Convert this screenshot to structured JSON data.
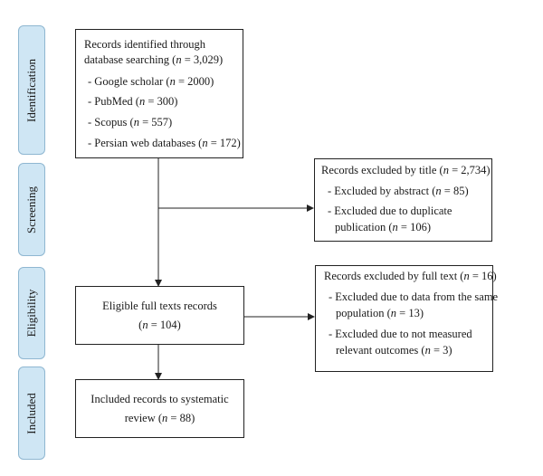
{
  "phases": {
    "identification": "Identification",
    "screening": "Screening",
    "eligibility": "Eligibility",
    "included": "Included"
  },
  "identified": {
    "line1": "Records identified through",
    "line2_pre": "database searching (",
    "line2_n": "n",
    "line2_post": " = 3,029)",
    "items": [
      {
        "pre": "- Google scholar (",
        "n": "n",
        "post": " = 2000)"
      },
      {
        "pre": "- PubMed (",
        "n": "n",
        "post": " = 300)"
      },
      {
        "pre": "- Scopus (",
        "n": "n",
        "post": " = 557)"
      },
      {
        "pre": "- Persian web databases (",
        "n": "n",
        "post": " = 172)"
      }
    ]
  },
  "excluded_title": {
    "line1_pre": "Records excluded by title (",
    "line1_n": "n",
    "line1_post": " = 2,734)",
    "item1_pre": "- Excluded by abstract (",
    "item1_n": "n",
    "item1_post": " = 85)",
    "item2_line1": "- Excluded due to duplicate",
    "item2_line2_pre": "publication (",
    "item2_line2_n": "n",
    "item2_line2_post": " = 106)"
  },
  "eligible": {
    "line1": "Eligible full texts records",
    "line2_pre": "(",
    "line2_n": "n",
    "line2_post": " = 104)"
  },
  "excluded_fulltext": {
    "line1_pre": "Records excluded by full text (",
    "line1_n": "n",
    "line1_post": " = 16)",
    "item1_line1": "- Excluded due to data from the same",
    "item1_line2_pre": "population (",
    "item1_line2_n": "n",
    "item1_line2_post": " = 13)",
    "item2_line1": "- Excluded due to not measured",
    "item2_line2_pre": "relevant outcomes (",
    "item2_line2_n": "n",
    "item2_line2_post": " = 3)"
  },
  "included": {
    "line1": "Included records to systematic",
    "line2_pre": "review (",
    "line2_n": "n",
    "line2_post": " = 88)"
  }
}
